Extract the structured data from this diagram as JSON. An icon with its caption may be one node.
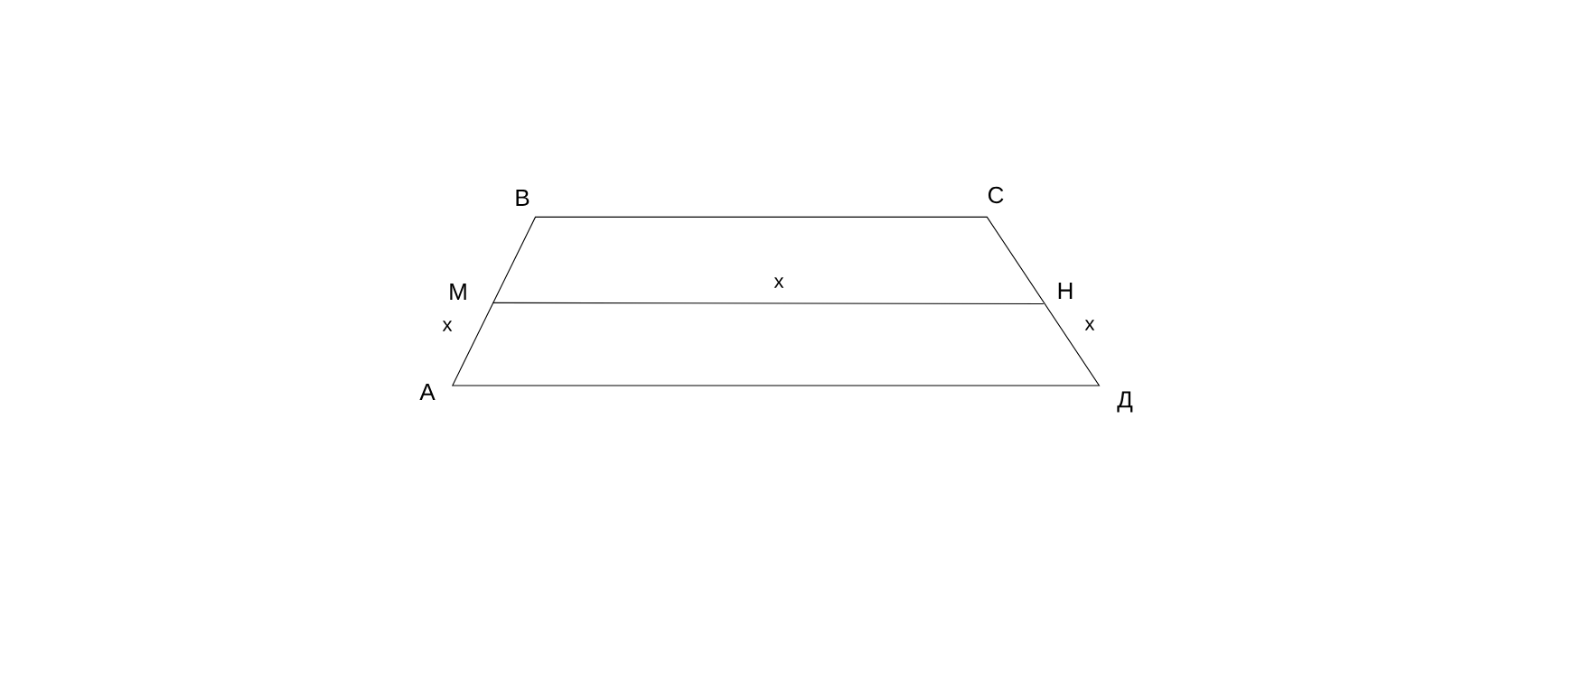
{
  "diagram": {
    "labels": [
      "B",
      "C",
      "M",
      "x",
      "H",
      "x",
      "x",
      "A",
      "Д"
    ]
  }
}
